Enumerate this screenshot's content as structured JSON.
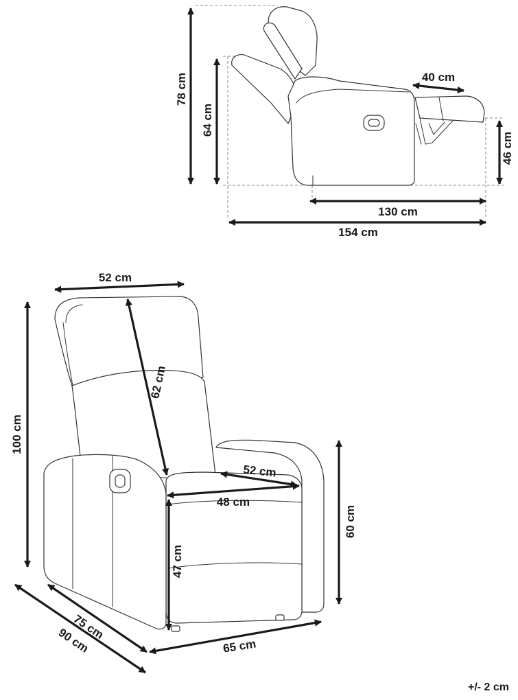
{
  "side_view": {
    "height_total": "78 cm",
    "height_back": "64 cm",
    "footrest_length": "40 cm",
    "footrest_height": "46 cm",
    "depth_reclined": "130 cm",
    "depth_total_reclined": "154 cm"
  },
  "front_view": {
    "headrest_width": "52 cm",
    "backrest_height": "62 cm",
    "seat_depth": "52 cm",
    "seat_width": "48 cm",
    "total_height": "100 cm",
    "armrest_height": "60 cm",
    "seat_height": "47 cm",
    "depth_closed": "75 cm",
    "depth_total": "90 cm",
    "width_total": "65 cm"
  },
  "tolerance_note": "+/- 2 cm"
}
